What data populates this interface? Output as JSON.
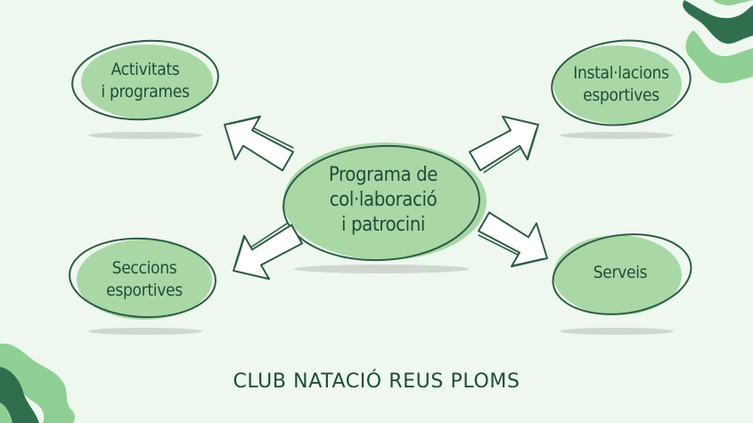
{
  "diagram": {
    "center": {
      "label": "Programa de\ncol·laboració\ni patrocini"
    },
    "nodes": {
      "top_left": {
        "label": "Activitats\ni programes"
      },
      "bottom_left": {
        "label": "Seccions\nesportives"
      },
      "top_right": {
        "label": "Instal·lacions\nesportives"
      },
      "bottom_right": {
        "label": "Serveis"
      }
    }
  },
  "footer": {
    "text": "CLUB NATACIÓ REUS PLOMS"
  },
  "colors": {
    "background": "#eef8ee",
    "node_fill": "#a9d8a6",
    "outline": "#2e5b45",
    "text": "#1e4d35",
    "shadow": "#cfd7cf",
    "deco_dark": "#2f6f4e",
    "deco_light": "#8fcf94"
  }
}
